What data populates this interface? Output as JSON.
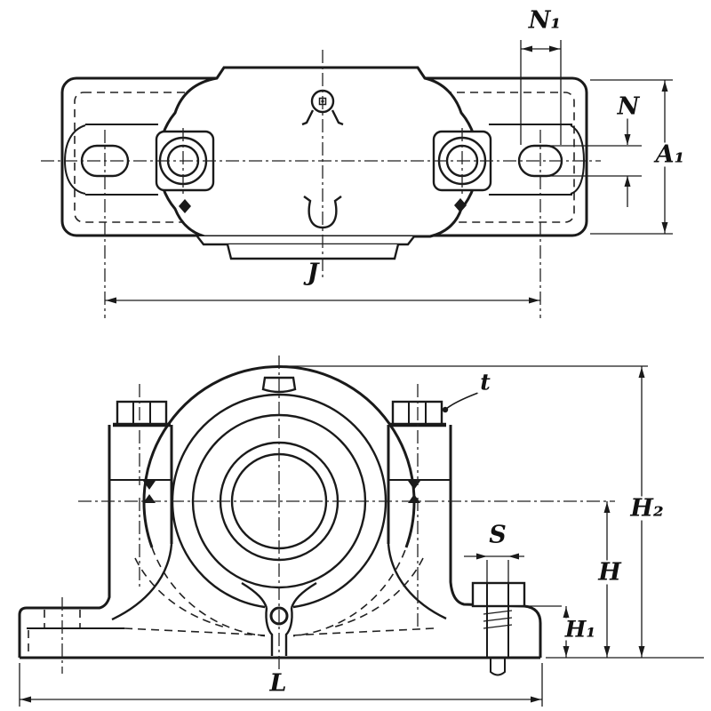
{
  "drawing": {
    "background": "#ffffff",
    "ink": "#1a1a1a",
    "labels": {
      "n1": "N₁",
      "n": "N",
      "a1": "A₁",
      "j": "J",
      "t": "t",
      "h2": "H₂",
      "h": "H",
      "s": "S",
      "h1": "H₁",
      "l": "L"
    }
  }
}
